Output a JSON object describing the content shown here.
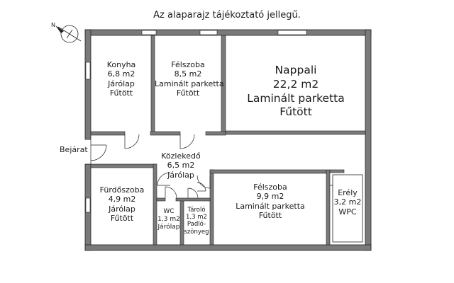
{
  "caption": "Az alaparajz tájékoztató jellegű.",
  "entrance": "Bejárat",
  "rooms": {
    "konyha": {
      "name": "Konyha",
      "area": "6,8 m2",
      "floor": "Járólap",
      "heating": "Fűtött"
    },
    "felszoba1": {
      "name": "Félszoba",
      "area": "8,5 m2",
      "floor": "Laminált parketta",
      "heating": "Fűtött"
    },
    "nappali": {
      "name": "Nappali",
      "area": "22,2 m2",
      "floor": "Laminált parketta",
      "heating": "Fűtött"
    },
    "kozlekedo": {
      "name": "Közlekedő",
      "area": "6,5 m2",
      "floor": "Járólap"
    },
    "furdo": {
      "name": "Fürdőszoba",
      "area": "4,9 m2",
      "floor": "Járólap",
      "heating": "Fűtött"
    },
    "wc": {
      "name": "WC",
      "area": "1,3 m2",
      "floor": "Járólap"
    },
    "tarolo": {
      "name": "Tároló",
      "area": "1,3 m2",
      "floor_line1": "Padló-",
      "floor_line2": "szönyeg"
    },
    "felszoba2": {
      "name": "Félszoba",
      "area": "9,9 m2",
      "floor": "Laminált parketta",
      "heating": "Fűtött"
    },
    "erkely": {
      "name": "Erély",
      "area": "3,2 m2",
      "floor": "WPC"
    }
  },
  "colors": {
    "wall": "#7a7a7a",
    "wall_stroke": "#222222",
    "line": "#222222"
  },
  "icons": {
    "compass": "north-arrow-icon"
  }
}
